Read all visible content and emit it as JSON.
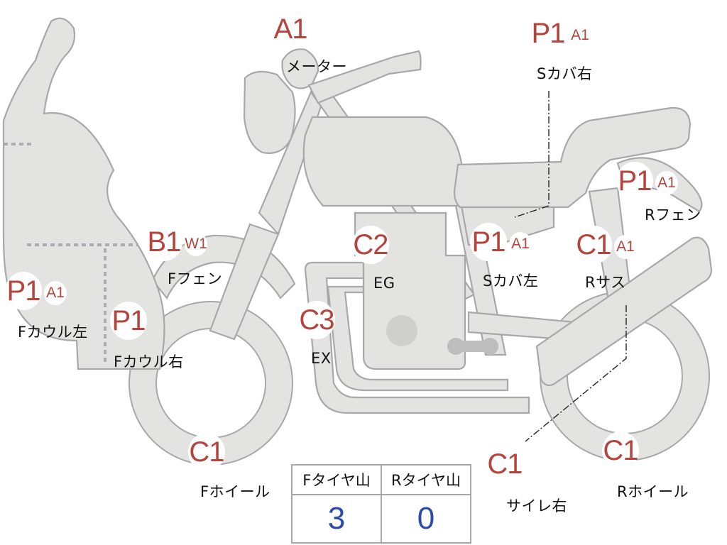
{
  "parts": [
    {
      "id": "meter",
      "codes": [
        "A1"
      ],
      "label": "メーター"
    },
    {
      "id": "side-cover-right",
      "codes": [
        "P1",
        "A1"
      ],
      "label": "Sカバ右"
    },
    {
      "id": "rear-fender",
      "codes": [
        "P1",
        "A1"
      ],
      "label": "Rフェン"
    },
    {
      "id": "front-fender",
      "codes": [
        "B1",
        "W1"
      ],
      "label": "Fフェン"
    },
    {
      "id": "engine",
      "codes": [
        "C2"
      ],
      "label": "EG"
    },
    {
      "id": "side-cover-left",
      "codes": [
        "P1",
        "A1"
      ],
      "label": "Sカバ左"
    },
    {
      "id": "rear-suspension",
      "codes": [
        "C1",
        "A1"
      ],
      "label": "Rサス"
    },
    {
      "id": "front-cowl-left",
      "codes": [
        "P1",
        "A1"
      ],
      "label": "Fカウル左"
    },
    {
      "id": "front-cowl-right",
      "codes": [
        "P1"
      ],
      "label": "Fカウル右"
    },
    {
      "id": "exhaust",
      "codes": [
        "C3"
      ],
      "label": "EX"
    },
    {
      "id": "front-wheel",
      "codes": [
        "C1"
      ],
      "label": "Fホイール"
    },
    {
      "id": "silencer-right",
      "codes": [
        "C1"
      ],
      "label": "サイレ右"
    },
    {
      "id": "rear-wheel",
      "codes": [
        "C1"
      ],
      "label": "Rホイール"
    }
  ],
  "tire_table": {
    "headers": [
      "Fタイヤ山",
      "Rタイヤ山"
    ],
    "values": [
      "3",
      "0"
    ]
  }
}
